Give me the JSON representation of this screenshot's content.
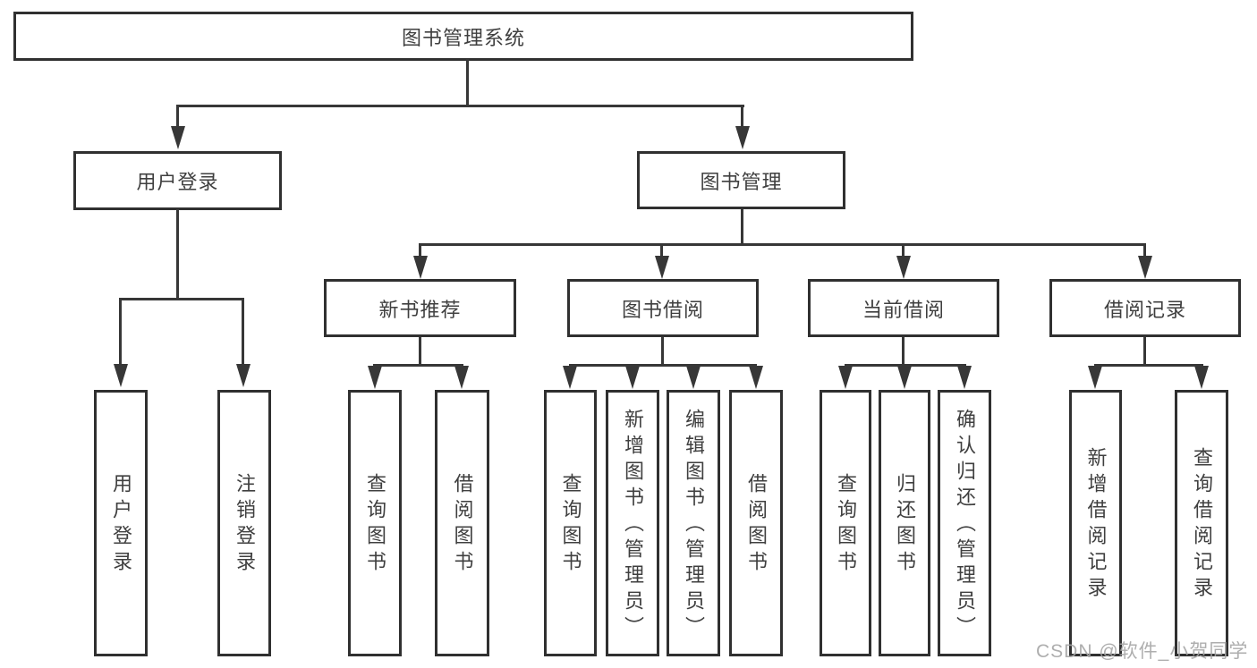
{
  "tree": {
    "label": "图书管理系统",
    "children": [
      {
        "label": "用户登录",
        "children": [
          {
            "label": "用户登录"
          },
          {
            "label": "注销登录"
          }
        ]
      },
      {
        "label": "图书管理",
        "children": [
          {
            "label": "新书推荐",
            "children": [
              {
                "label": "查询图书"
              },
              {
                "label": "借阅图书"
              }
            ]
          },
          {
            "label": "图书借阅",
            "children": [
              {
                "label": "查询图书"
              },
              {
                "label": "新增图书（管理员）"
              },
              {
                "label": "编辑图书（管理员）"
              },
              {
                "label": "借阅图书"
              }
            ]
          },
          {
            "label": "当前借阅",
            "children": [
              {
                "label": "查询图书"
              },
              {
                "label": "归还图书"
              },
              {
                "label": "确认归还（管理员）"
              }
            ]
          },
          {
            "label": "借阅记录",
            "children": [
              {
                "label": "新增借阅记录"
              },
              {
                "label": "查询借阅记录"
              }
            ]
          }
        ]
      }
    ]
  },
  "watermark": {
    "text": "CSDN @软件_小贺同学"
  },
  "colors": {
    "line": "#373737",
    "box_border": "#303030",
    "text": "#3f3f3f",
    "watermark": "#a5a5a5",
    "background": "#ffffff"
  }
}
